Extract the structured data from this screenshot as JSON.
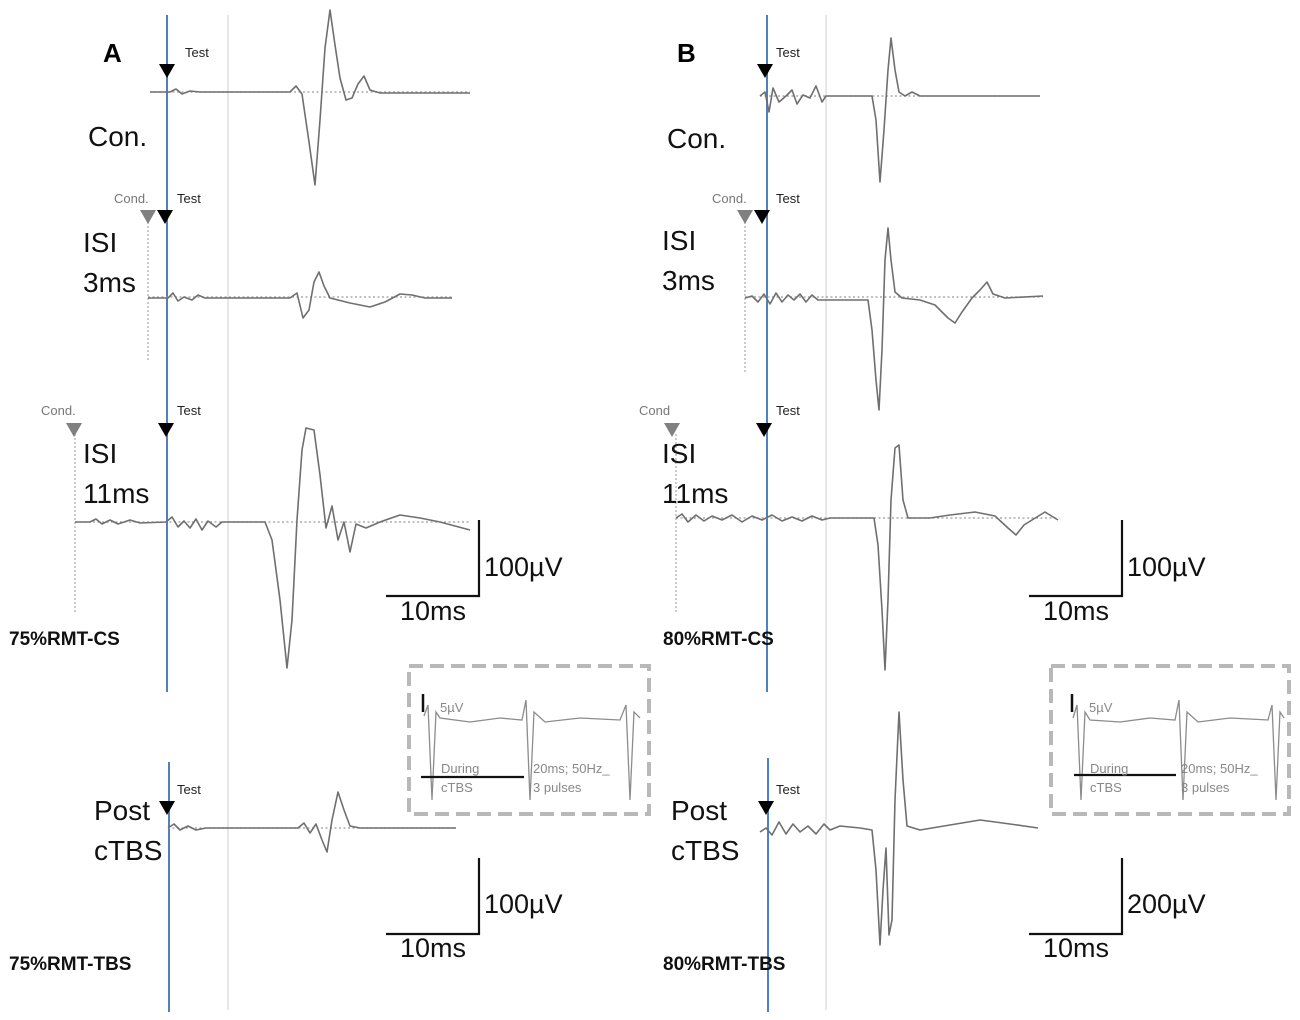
{
  "panels": [
    {
      "letter": "A",
      "rows": [
        {
          "label_line1": "Con.",
          "label_line2": "",
          "test_label": "Test",
          "cond_label": ""
        },
        {
          "label_line1": "ISI",
          "label_line2": "3ms",
          "test_label": "Test",
          "cond_label": "Cond."
        },
        {
          "label_line1": "ISI",
          "label_line2": "11ms",
          "test_label": "Test",
          "cond_label": "Cond."
        },
        {
          "label_line1": "Post",
          "label_line2": "cTBS",
          "test_label": "Test",
          "cond_label": ""
        }
      ],
      "scale_cs": {
        "amplitude": "100µV",
        "time": "10ms"
      },
      "scale_tbs": {
        "amplitude": "100µV",
        "time": "10ms"
      },
      "bottom_cs": "75%RMT-CS",
      "bottom_tbs": "75%RMT-TBS",
      "inset": {
        "amplitude": "5µV",
        "during_1": "During",
        "during_2": "cTBS",
        "params_1": "20ms; 50Hz_",
        "params_2": "3 pulses"
      }
    },
    {
      "letter": "B",
      "rows": [
        {
          "label_line1": "Con.",
          "label_line2": "",
          "test_label": "Test",
          "cond_label": ""
        },
        {
          "label_line1": "ISI",
          "label_line2": "3ms",
          "test_label": "Test",
          "cond_label": "Cond."
        },
        {
          "label_line1": "ISI",
          "label_line2": "11ms",
          "test_label": "Test",
          "cond_label": "Cond"
        },
        {
          "label_line1": "Post",
          "label_line2": "cTBS",
          "test_label": "Test",
          "cond_label": ""
        }
      ],
      "scale_cs": {
        "amplitude": "100µV",
        "time": "10ms"
      },
      "scale_tbs": {
        "amplitude": "200µV",
        "time": "10ms"
      },
      "bottom_cs": "80%RMT-CS",
      "bottom_tbs": "80%RMT-TBS",
      "inset": {
        "amplitude": "5µV",
        "during_1": "During",
        "during_2": "cTBS",
        "params_1": "20ms; 50Hz_",
        "params_2": "3 pulses"
      }
    }
  ],
  "colors": {
    "trace": "#6f6f6f",
    "stim_line": "#4f81bd",
    "cond_marker": "#808080",
    "test_marker": "#000000"
  }
}
